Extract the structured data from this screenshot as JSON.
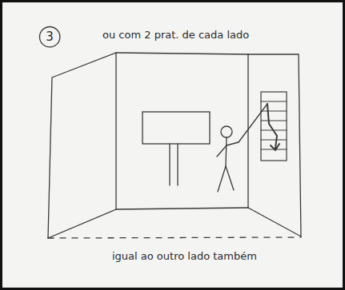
{
  "diagram": {
    "nodes": [
      {
        "text": [
          "3"
        ]
      }
    ],
    "labels": [
      "ou com 2 prat. de cada lado",
      "igual ao outro lado também"
    ]
  }
}
